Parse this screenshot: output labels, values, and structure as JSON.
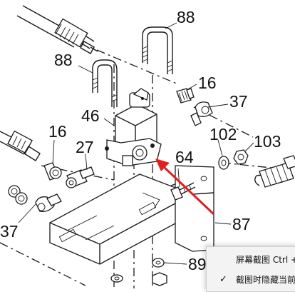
{
  "callouts": [
    {
      "id": "c88a",
      "text": "88"
    },
    {
      "id": "c88b",
      "text": "88"
    },
    {
      "id": "c16a",
      "text": "16"
    },
    {
      "id": "c37a",
      "text": "37"
    },
    {
      "id": "c46",
      "text": "46"
    },
    {
      "id": "c16b",
      "text": "16"
    },
    {
      "id": "c102",
      "text": "102"
    },
    {
      "id": "c103",
      "text": "103"
    },
    {
      "id": "c27",
      "text": "27"
    },
    {
      "id": "c64",
      "text": "64"
    },
    {
      "id": "c37b",
      "text": "37"
    },
    {
      "id": "c87",
      "text": "87"
    },
    {
      "id": "c89",
      "text": "89"
    }
  ],
  "annotation": {
    "color": "#e02020",
    "target": "solenoid valve mounting flange"
  },
  "context_menu": {
    "items": [
      {
        "label": "屏幕截图 Ctrl +",
        "checked": false
      },
      {
        "label": "截图时隐藏当前",
        "checked": true
      }
    ]
  }
}
